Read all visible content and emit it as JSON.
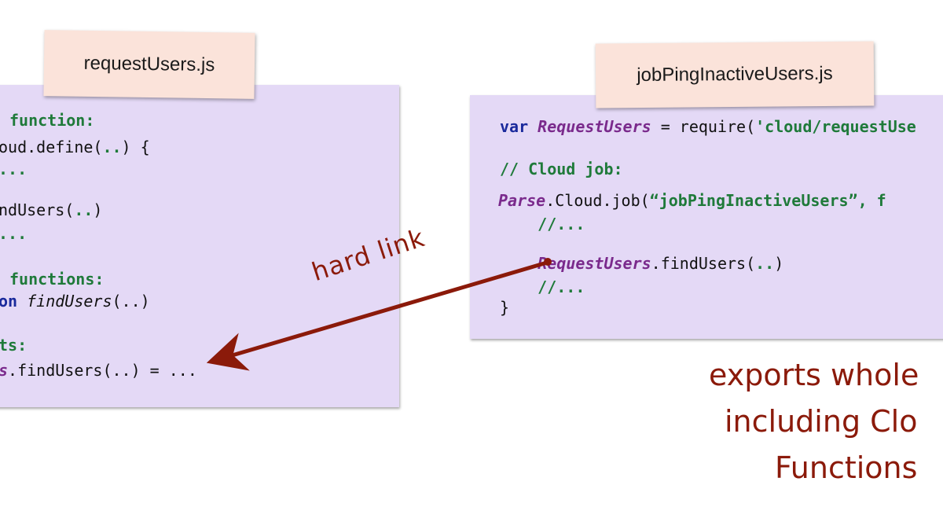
{
  "left_file": {
    "name": "requestUsers.js",
    "lines": [
      {
        "parts": [
          {
            "t": "function:",
            "c": "cm"
          }
        ]
      },
      {
        "parts": [
          {
            "t": "oud.define(",
            "c": ""
          },
          {
            "t": "..",
            "c": "grn"
          },
          {
            "t": ") {",
            "c": ""
          }
        ]
      },
      {
        "parts": [
          {
            "t": "...",
            "c": "cm"
          }
        ]
      },
      {
        "parts": [
          {
            "t": "ndUsers(",
            "c": ""
          },
          {
            "t": "..",
            "c": "grn"
          },
          {
            "t": ")",
            "c": ""
          }
        ]
      },
      {
        "parts": [
          {
            "t": "...",
            "c": "cm"
          }
        ]
      },
      {
        "parts": [
          {
            "t": "functions:",
            "c": "cm"
          }
        ]
      },
      {
        "parts": [
          {
            "t": "on",
            "c": "kw"
          },
          {
            "t": " ",
            "c": ""
          },
          {
            "t": "findUsers",
            "c": "it"
          },
          {
            "t": "(..)",
            "c": ""
          }
        ]
      },
      {
        "parts": [
          {
            "t": "ts:",
            "c": "cm"
          }
        ]
      },
      {
        "parts": [
          {
            "t": "s",
            "c": "obj"
          },
          {
            "t": ".findUsers(..) = ...",
            "c": ""
          }
        ]
      }
    ]
  },
  "right_file": {
    "name": "jobPingInactiveUsers.js",
    "lines": [
      {
        "parts": [
          {
            "t": "var",
            "c": "kw"
          },
          {
            "t": " ",
            "c": ""
          },
          {
            "t": "RequestUsers",
            "c": "obj"
          },
          {
            "t": " = require(",
            "c": ""
          },
          {
            "t": "'cloud/requestUse",
            "c": "str"
          }
        ]
      },
      {
        "parts": [
          {
            "t": "// Cloud job:",
            "c": "cm"
          }
        ]
      },
      {
        "parts": [
          {
            "t": "Parse",
            "c": "obj"
          },
          {
            "t": ".Cloud.job(",
            "c": ""
          },
          {
            "t": "“jobPingInactiveUsers”, f",
            "c": "str"
          }
        ]
      },
      {
        "parts": [
          {
            "t": "    //...",
            "c": "cm"
          }
        ]
      },
      {
        "parts": [
          {
            "t": "    ",
            "c": ""
          },
          {
            "t": "RequestUsers",
            "c": "obj"
          },
          {
            "t": ".findUsers(",
            "c": ""
          },
          {
            "t": "..",
            "c": "grn"
          },
          {
            "t": ")",
            "c": ""
          }
        ]
      },
      {
        "parts": [
          {
            "t": "    //...",
            "c": "cm"
          }
        ]
      },
      {
        "parts": [
          {
            "t": "}",
            "c": ""
          }
        ]
      }
    ]
  },
  "arrow_label": "hard link",
  "caption": [
    "exports whole",
    "including Clo",
    "Functions"
  ],
  "colors": {
    "panel": "#e4d9f6",
    "note": "#fbe3da",
    "arrow": "#8b1a0a",
    "keyword": "#1a2a9c",
    "comment": "#1f7a3a",
    "object": "#7a2a8c"
  }
}
